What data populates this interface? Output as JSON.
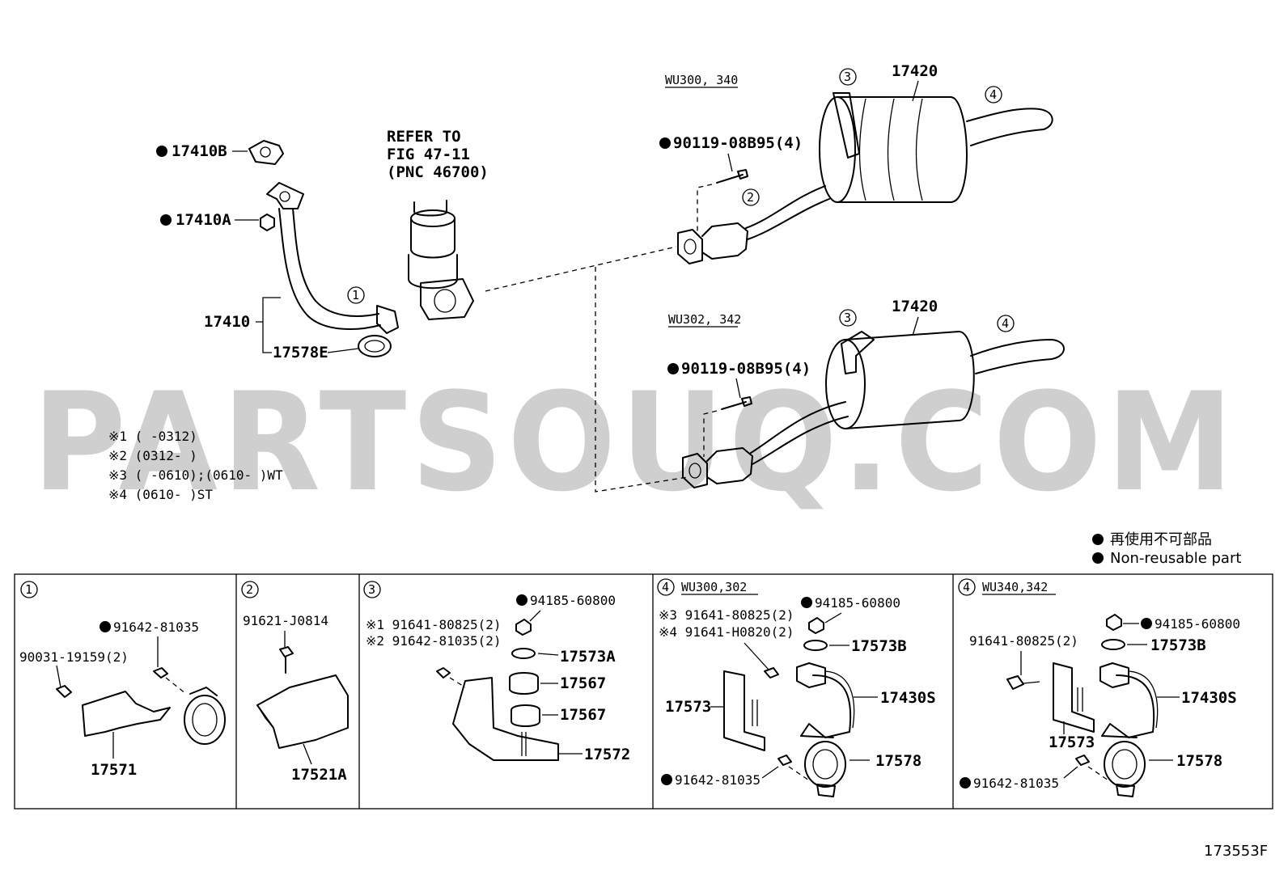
{
  "watermark": "PARTSOUQ.COM",
  "diagram_code": "173553F",
  "legend": {
    "japanese": "再使用不可部品",
    "english": "Non-reusable part"
  },
  "notes": [
    "※1 (     -0312)",
    "※2 (0312-     )",
    "※3 (     -0610);(0610-     )WT",
    "※4 (0610-     )ST"
  ],
  "callouts": {
    "c1": "1",
    "c2": "2",
    "c3": "3",
    "c4": "4"
  },
  "main": {
    "p17410B": "17410B",
    "p17410A": "17410A",
    "p17410": "17410",
    "p17578E": "17578E",
    "refer": [
      "REFER TO",
      "FIG 47-11",
      "(PNC 46700)"
    ],
    "variant_top": "WU300, 340",
    "variant_bottom": "WU302, 342",
    "bolt_top": "90119-08B95(4)",
    "bolt_bottom": "90119-08B95(4)",
    "muffler_top": "17420",
    "muffler_bottom": "17420"
  },
  "panels": [
    {
      "id": "1",
      "title": "",
      "labels": {
        "a": "91642-81035",
        "b": "90031-19159(2)",
        "c": "17571"
      }
    },
    {
      "id": "2",
      "title": "",
      "labels": {
        "a": "91621-J0814",
        "b": "17521A"
      }
    },
    {
      "id": "3",
      "title": "",
      "labels": {
        "a": "94185-60800",
        "n1": "※1 91641-80825(2)",
        "n2": "※2 91642-81035(2)",
        "b": "17573A",
        "c": "17567",
        "d": "17567",
        "e": "17572"
      }
    },
    {
      "id": "4",
      "title": "WU300,302",
      "labels": {
        "n3": "※3 91641-80825(2)",
        "n4": "※4 91641-H0820(2)",
        "a": "94185-60800",
        "b": "17573B",
        "c": "17573",
        "d": "17430S",
        "e": "17578",
        "f": "91642-81035"
      }
    },
    {
      "id": "4",
      "title": "WU340,342",
      "labels": {
        "a": "94185-60800",
        "g": "91641-80825(2)",
        "b": "17573B",
        "d": "17430S",
        "c": "17573",
        "e": "17578",
        "f": "91642-81035"
      }
    }
  ]
}
